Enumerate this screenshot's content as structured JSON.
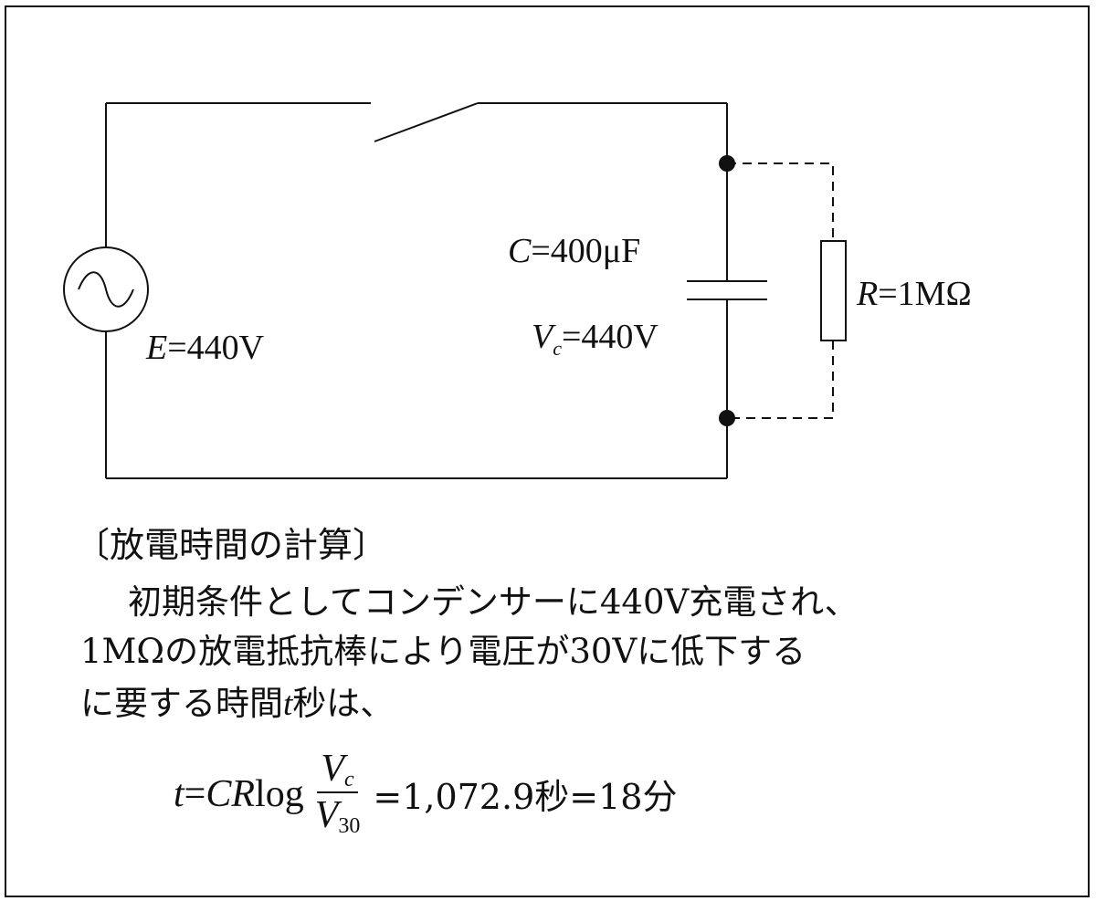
{
  "circuit": {
    "source_label_var": "E",
    "source_label_rest": "=440V",
    "capacitor_line1_var": "C",
    "capacitor_line1_rest": "=400μF",
    "capacitor_line2_var": "V",
    "capacitor_line2_sub": "c",
    "capacitor_line2_rest": "=440V",
    "resistor_label_var": "R",
    "resistor_label_rest": "=1MΩ"
  },
  "text": {
    "section_title": "〔放電時間の計算〕",
    "line1": "初期条件としてコンデンサーに440V充電され、",
    "line2": "1MΩの放電抵抗棒により電圧が30Vに低下する",
    "line3_a": "に要する時間",
    "line3_var": "t",
    "line3_b": "秒は、"
  },
  "formula": {
    "lhs_var": "t",
    "eq1": "=",
    "cr": "CR",
    "log": "log",
    "num_var": "V",
    "num_sub": "c",
    "den_var": "V",
    "den_sub": "30",
    "result1": "=1,072.9秒",
    "result2": "=18分"
  }
}
